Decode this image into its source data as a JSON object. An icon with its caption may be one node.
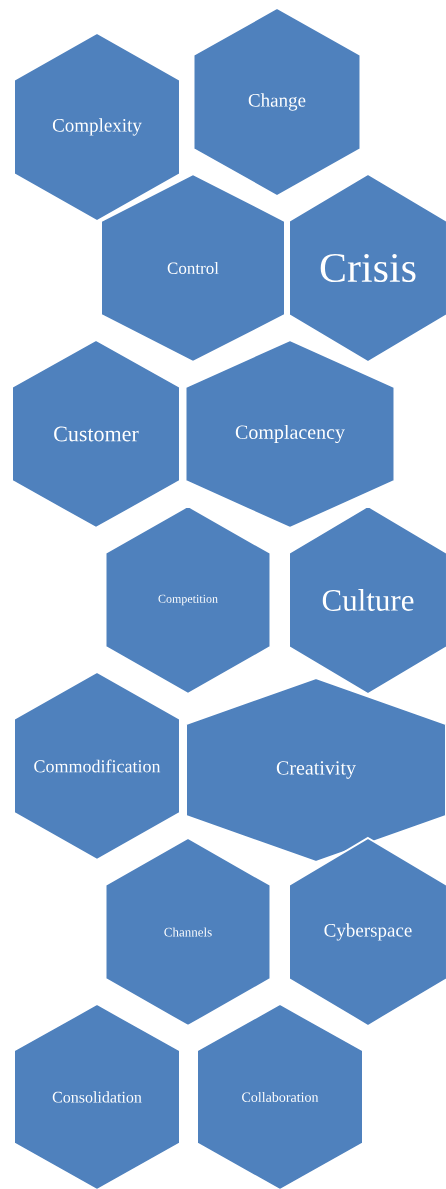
{
  "diagram": {
    "nodes": [
      {
        "text": [
          "Complexity"
        ]
      },
      {
        "text": [
          "Change"
        ]
      },
      {
        "text": [
          "Control"
        ]
      },
      {
        "text": [
          "Crisis"
        ]
      },
      {
        "text": [
          "Customer"
        ]
      },
      {
        "text": [
          "Complacency"
        ]
      },
      {
        "text": [
          "Competition"
        ]
      },
      {
        "text": [
          "Culture"
        ]
      },
      {
        "text": [
          "Commodification"
        ]
      },
      {
        "text": [
          "Creativity"
        ]
      },
      {
        "text": [
          "Channels"
        ]
      },
      {
        "text": [
          "Cyberspace"
        ]
      },
      {
        "text": [
          "Consolidation"
        ]
      },
      {
        "text": [
          "Collaboration"
        ]
      }
    ]
  }
}
